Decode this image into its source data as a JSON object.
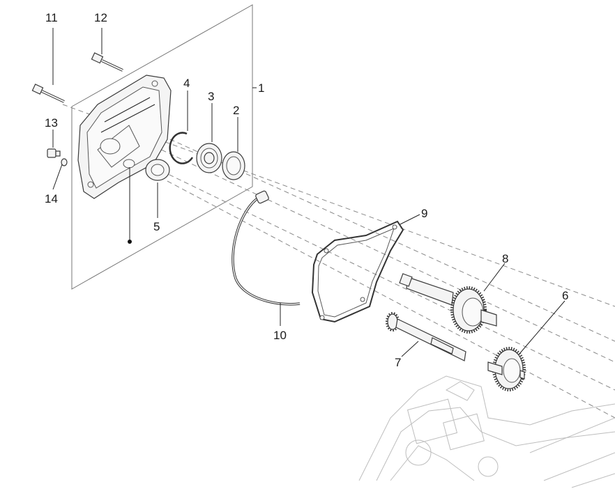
{
  "callouts": [
    {
      "id": "1",
      "part": "cover"
    },
    {
      "id": "2",
      "part": "oil-seal"
    },
    {
      "id": "3",
      "part": "bearing"
    },
    {
      "id": "4",
      "part": "circlip"
    },
    {
      "id": "5",
      "part": "small-bearing"
    },
    {
      "id": "6",
      "part": "intermediate-gear"
    },
    {
      "id": "7",
      "part": "pinion-shaft"
    },
    {
      "id": "8",
      "part": "output-shaft"
    },
    {
      "id": "9",
      "part": "gasket"
    },
    {
      "id": "10",
      "part": "breather-hose"
    },
    {
      "id": "11",
      "part": "long-bolt"
    },
    {
      "id": "12",
      "part": "bolt"
    },
    {
      "id": "13",
      "part": "plug-screw"
    },
    {
      "id": "14",
      "part": "washer"
    }
  ]
}
